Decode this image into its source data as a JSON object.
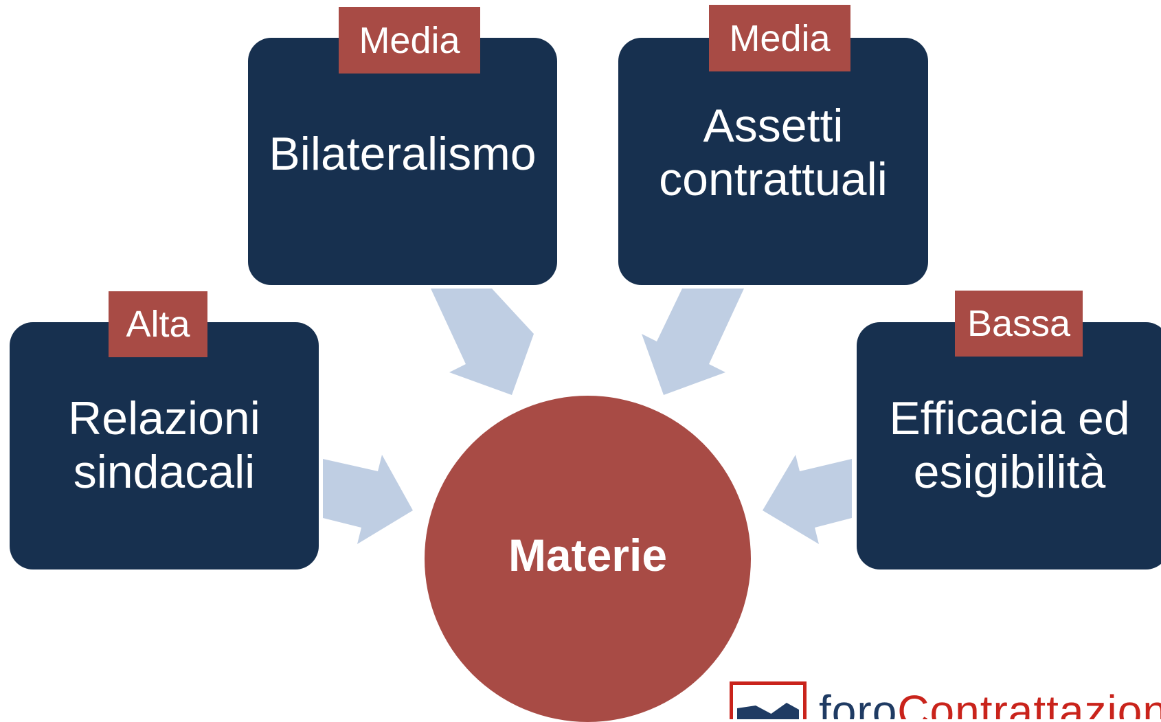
{
  "center": {
    "label": "Materie"
  },
  "nodes": [
    {
      "id": "relazioni",
      "label": "Relazioni\nsindacali",
      "level": "Alta"
    },
    {
      "id": "bilateralismo",
      "label": "Bilateralismo",
      "level": "Media"
    },
    {
      "id": "assetti",
      "label": "Assetti\ncontrattuali",
      "level": "Media"
    },
    {
      "id": "efficacia",
      "label": "Efficacia ed\nesigibilità",
      "level": "Bassa"
    }
  ],
  "logo": {
    "part1": "foro",
    "part2": "Contrattazione"
  },
  "colors": {
    "box": "#17304f",
    "accent": "#a84b45",
    "arrow": "#bfcee3",
    "logo_red": "#c9231b",
    "logo_blue": "#1f3b63"
  }
}
